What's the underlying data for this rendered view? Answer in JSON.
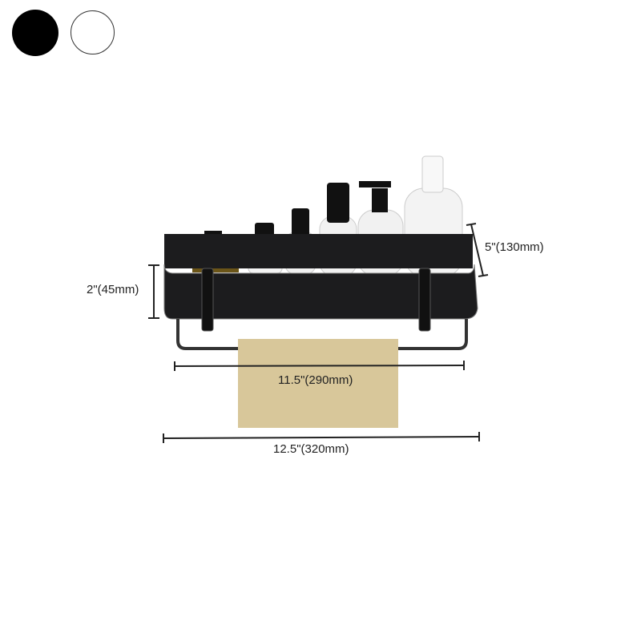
{
  "color_options": [
    {
      "name": "black",
      "color": "#000000"
    },
    {
      "name": "white",
      "color": "#ffffff"
    }
  ],
  "dimensions": {
    "height_front": "2\"(45mm)",
    "depth": "5\"(130mm)",
    "inner_width": "11.5\"(290mm)",
    "overall_width": "12.5\"(320mm)"
  },
  "colors": {
    "shelf": "#1c1c1e",
    "towel": "#d8c79a",
    "bottle": "#f2f2f2"
  }
}
